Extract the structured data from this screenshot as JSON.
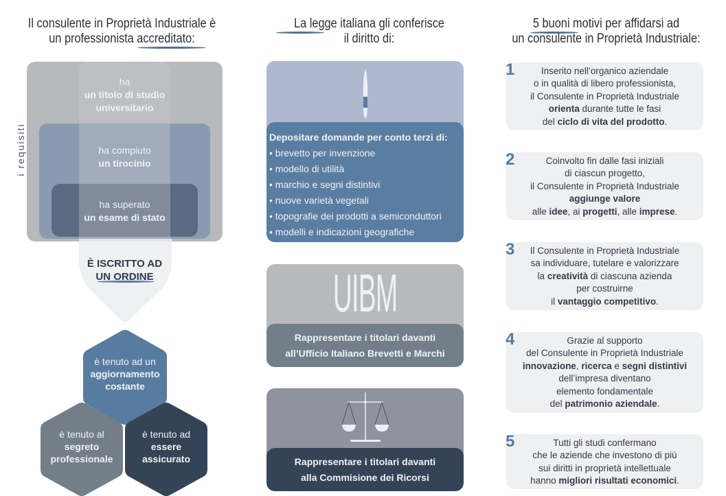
{
  "headers": {
    "col1": {
      "line1": "Il consulente in Proprietà Industriale è",
      "line2": "un professionista accreditato:"
    },
    "col2": {
      "line1": "La legge italiana gli conferisce",
      "line2": "il diritto di:"
    },
    "col3": {
      "line1": "5 buoni motivi per affidarsi ad",
      "line2": "un consulente in Proprietà Industriale:"
    }
  },
  "requirements": {
    "side_label": "i requisiti",
    "degree": {
      "line1": "ha",
      "line2": "un titolo di studio",
      "line3": "universitario"
    },
    "internship": {
      "line1": "ha compiuto",
      "line2": "un tirocinio"
    },
    "exam": {
      "line1": "ha superato",
      "line2": "un esame di stato"
    },
    "registered": {
      "line1": "È ISCRITTO AD",
      "line2": "UN ORDINE"
    }
  },
  "obligations": [
    {
      "line1": "è tenuto ad un",
      "line2": "aggiornamento",
      "line3": "costante",
      "color": "#587ca0"
    },
    {
      "line1": "è tenuto al",
      "line2": "segreto",
      "line3": "professionale",
      "color": "#727e88"
    },
    {
      "line1": "è tenuto ad",
      "line2": "essere",
      "line3": "assicurato",
      "color": "#344456"
    }
  ],
  "rights": {
    "filing": {
      "title": "Depositare domande per conto terzi di:",
      "items": [
        "brevetto per invenzione",
        "modello di utilità",
        "marchio e segni distintivi",
        "nuove varietà vegetali",
        "topografie dei prodotti a semiconduttori",
        "modelli e indicazioni geografiche"
      ]
    },
    "uibm": {
      "logo": "UIBM",
      "line1": "Rappresentare i titolari davanti",
      "line2": "all’Ufficio Italiano Brevetti e Marchi"
    },
    "appeals": {
      "line1": "Rappresentare i titolari davanti",
      "line2": "alla Commisione dei Ricorsi"
    }
  },
  "reasons": [
    {
      "number": "1",
      "lines": [
        "Inserito nell’organico aziendale",
        "o in qualità di libero professionista,",
        "il Consulente in Proprietà Industriale",
        "<b>orienta</b> durante tutte le fasi",
        "del <b>ciclo di vita del prodotto</b>."
      ]
    },
    {
      "number": "2",
      "lines": [
        "Coinvolto fin dalle fasi iniziali",
        "di ciascun progetto,",
        "il Consulente in Proprietà Industriale",
        "<b>aggiunge valore</b>",
        "alle <b>idee</b>, ai <b>progetti</b>, alle <b>imprese</b>."
      ]
    },
    {
      "number": "3",
      "lines": [
        "Il Consulente in Proprietà Industriale",
        "sa individuare, tutelare e valorizzare",
        "la <b>creatività</b> di ciascuna azienda",
        "per costruirne",
        "il <b>vantaggio competitivo</b>."
      ]
    },
    {
      "number": "4",
      "lines": [
        "Grazie al supporto",
        "del Consulente in Proprietà Industriale",
        "<b>innovazione</b>, <b>ricerca</b> e <b>segni distintivi</b>",
        "dell’impresa diventano",
        "elemento fondamentale",
        "del <b>patrimonio aziendale</b>."
      ]
    },
    {
      "number": "5",
      "lines": [
        "Tutti gli studi confermano",
        "che le aziende che investono di più",
        "sui diritti in proprietà intellettuale",
        "hanno <b>migliori risultati economici</b>."
      ]
    }
  ]
}
